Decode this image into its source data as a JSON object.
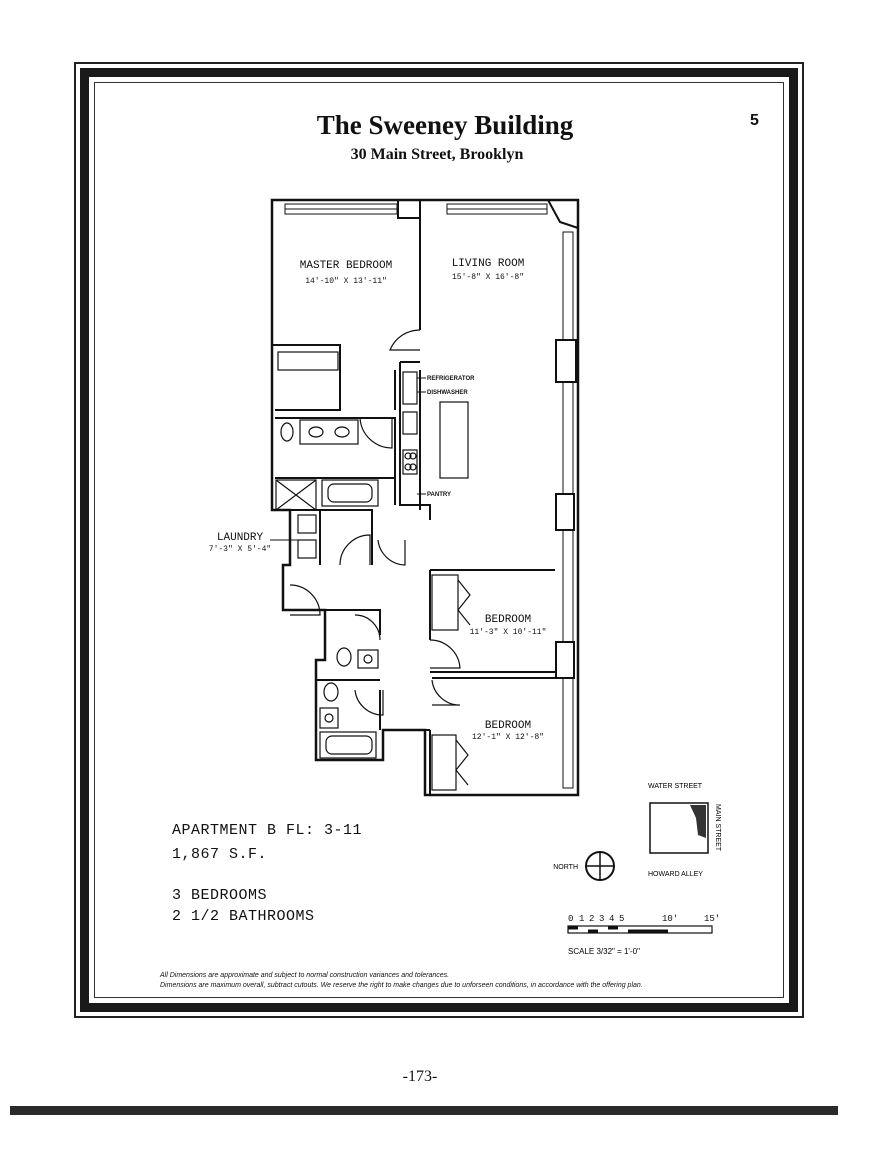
{
  "header": {
    "title": "The Sweeney Building",
    "subtitle": "30 Main Street, Brooklyn",
    "page_tab": "5"
  },
  "rooms": {
    "master_bedroom": {
      "name": "MASTER BEDROOM",
      "dims": "14'-10\" X 13'-11\""
    },
    "living_room": {
      "name": "LIVING ROOM",
      "dims": "15'-8\" X 16'-8\""
    },
    "laundry": {
      "name": "LAUNDRY",
      "dims": "7'-3\" X 5'-4\""
    },
    "bedroom_1": {
      "name": "BEDROOM",
      "dims": "11'-3\" X 10'-11\""
    },
    "bedroom_2": {
      "name": "BEDROOM",
      "dims": "12'-1\" X 12'-8\""
    }
  },
  "appliances": {
    "refrigerator": "REFRIGERATOR",
    "dishwasher": "DISHWASHER",
    "pantry": "PANTRY"
  },
  "apartment": {
    "unit_line": "APARTMENT B   FL: 3-11",
    "area": "1,867 S.F.",
    "bedrooms": "3 BEDROOMS",
    "bathrooms": "2 1/2 BATHROOMS"
  },
  "site_key": {
    "north_label": "NORTH",
    "top_street": "WATER STREET",
    "side_street": "MAIN STREET",
    "bottom_street": "HOWARD ALLEY"
  },
  "scale": {
    "ticks": [
      "0",
      "1",
      "2",
      "3",
      "4",
      "5",
      "10'",
      "15'"
    ],
    "label": "SCALE 3/32\" = 1'-0\""
  },
  "legal": {
    "line1": "All Dimensions are approximate and subject to normal construction variances and tolerances.",
    "line2": "Dimensions are maximum overall, subtract cutouts.  We reserve the right to make changes due to unforseen conditions, in accordance with the offering plan."
  },
  "footer": {
    "page_number": "-173-"
  }
}
